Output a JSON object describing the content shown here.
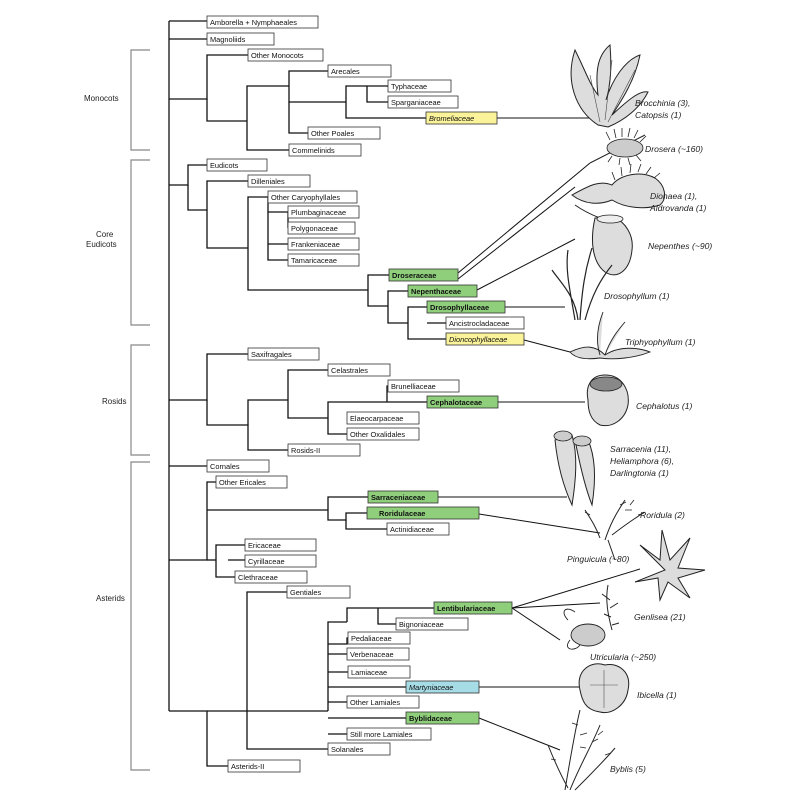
{
  "colors": {
    "green": "#8fcf7c",
    "yellow": "#fbf39a",
    "blue": "#a6dce6",
    "white": "#ffffff"
  },
  "groups": [
    {
      "label": "Monocots"
    },
    {
      "label": "Core Eudicots"
    },
    {
      "label": "Rosids"
    },
    {
      "label": "Asterids"
    }
  ],
  "taxa": [
    {
      "label": "Amborella + Nymphaeales",
      "fill": "white"
    },
    {
      "label": "Magnoliids",
      "fill": "white"
    },
    {
      "label": "Other Monocots",
      "fill": "white"
    },
    {
      "label": "Arecales",
      "fill": "white"
    },
    {
      "label": "Typhaceae",
      "fill": "white"
    },
    {
      "label": "Sparganiaceae",
      "fill": "white"
    },
    {
      "label": "Bromeliaceae",
      "fill": "yellow",
      "style": "italic"
    },
    {
      "label": "Other Poales",
      "fill": "white"
    },
    {
      "label": "Commelinids",
      "fill": "white"
    },
    {
      "label": "Eudicots",
      "fill": "white"
    },
    {
      "label": "Dilleniales",
      "fill": "white"
    },
    {
      "label": "Other Caryophyllales",
      "fill": "white"
    },
    {
      "label": "Plumbaginaceae",
      "fill": "white"
    },
    {
      "label": "Polygonaceae",
      "fill": "white"
    },
    {
      "label": "Frankeniaceae",
      "fill": "white"
    },
    {
      "label": "Tamaricaceae",
      "fill": "white"
    },
    {
      "label": "Droseraceae",
      "fill": "green",
      "style": "bold"
    },
    {
      "label": "Nepenthaceae",
      "fill": "green",
      "style": "bold"
    },
    {
      "label": "Drosophyllaceae",
      "fill": "green",
      "style": "bold"
    },
    {
      "label": "Ancistrocladaceae",
      "fill": "white"
    },
    {
      "label": "Dioncophyllaceae",
      "fill": "yellow",
      "style": "italic"
    },
    {
      "label": "Saxifragales",
      "fill": "white"
    },
    {
      "label": "Celastrales",
      "fill": "white"
    },
    {
      "label": "Brunelliaceae",
      "fill": "white"
    },
    {
      "label": "Cephalotaceae",
      "fill": "green",
      "style": "bold"
    },
    {
      "label": "Elaeocarpaceae",
      "fill": "white"
    },
    {
      "label": "Other Oxalidales",
      "fill": "white"
    },
    {
      "label": "Rosids-II",
      "fill": "white"
    },
    {
      "label": "Cornales",
      "fill": "white"
    },
    {
      "label": "Other Ericales",
      "fill": "white"
    },
    {
      "label": "Sarraceniaceae",
      "fill": "green",
      "style": "bold"
    },
    {
      "label": "Roridulaceae",
      "fill": "green",
      "style": "bold"
    },
    {
      "label": "Actinidiaceae",
      "fill": "white"
    },
    {
      "label": "Ericaceae",
      "fill": "white"
    },
    {
      "label": "Cyrillaceae",
      "fill": "white"
    },
    {
      "label": "Clethraceae",
      "fill": "white"
    },
    {
      "label": "Gentiales",
      "fill": "white"
    },
    {
      "label": "Lentibulariaceae",
      "fill": "green",
      "style": "bold"
    },
    {
      "label": "Bignoniaceae",
      "fill": "white"
    },
    {
      "label": "Pedaliaceae",
      "fill": "white"
    },
    {
      "label": "Verbenaceae",
      "fill": "white"
    },
    {
      "label": "Lamiaceae",
      "fill": "white"
    },
    {
      "label": "Martyniaceae",
      "fill": "blue",
      "style": "italic"
    },
    {
      "label": "Other Lamiales",
      "fill": "white"
    },
    {
      "label": "Byblidaceae",
      "fill": "green",
      "style": "bold"
    },
    {
      "label": "Still more Lamiales",
      "fill": "white"
    },
    {
      "label": "Solanales",
      "fill": "white"
    },
    {
      "label": "Asterids-II",
      "fill": "white"
    }
  ],
  "plants": [
    {
      "label": "Brocchinia (3),",
      "icon": "bromeliad-illustration"
    },
    {
      "label": "Catopsis (1)"
    },
    {
      "label": "Drosera (~160)",
      "icon": "sundew-illustration"
    },
    {
      "label": "Dionaea (1),",
      "icon": "venus-flytrap-illustration"
    },
    {
      "label": "Aldrovanda (1)"
    },
    {
      "label": "Nepenthes (~90)",
      "icon": "pitcher-plant-illustration"
    },
    {
      "label": "Drosophyllum (1)",
      "icon": "drosophyllum-illustration"
    },
    {
      "label": "Triphyophyllum (1)",
      "icon": "triphyophyllum-illustration"
    },
    {
      "label": "Cephalotus (1)",
      "icon": "cephalotus-illustration"
    },
    {
      "label": "Sarracenia (11),",
      "icon": "sarracenia-illustration"
    },
    {
      "label": "Heliamphora (6),"
    },
    {
      "label": "Darlingtonia (1)"
    },
    {
      "label": "Roridula (2)",
      "icon": "roridula-illustration"
    },
    {
      "label": "Pinguicula (~80)",
      "icon": "pinguicula-illustration"
    },
    {
      "label": "Genlisea (21)",
      "icon": "genlisea-illustration"
    },
    {
      "label": "Utricularia (~250)",
      "icon": "utricularia-illustration"
    },
    {
      "label": "Ibicella (1)",
      "icon": "ibicella-illustration"
    },
    {
      "label": "Byblis (5)",
      "icon": "byblis-illustration"
    }
  ]
}
